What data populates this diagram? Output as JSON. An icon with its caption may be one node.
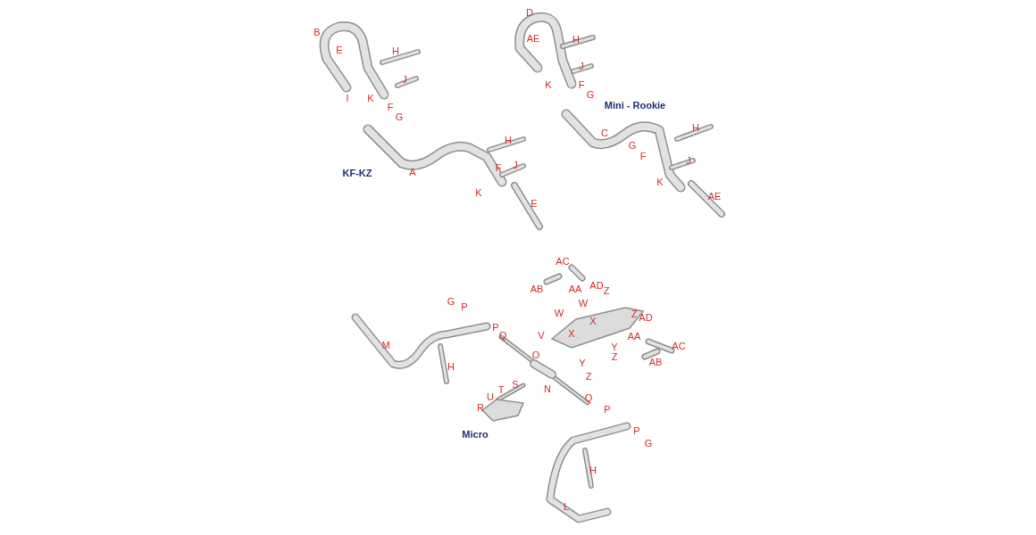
{
  "diagram": {
    "labels": [
      "B",
      "E",
      "H",
      "J",
      "I",
      "K",
      "F",
      "G",
      "D",
      "AE",
      "H",
      "J",
      "K",
      "F",
      "G",
      "Mini - Rookie",
      "H",
      "KF-KZ",
      "A",
      "F",
      "J",
      "K",
      "E",
      "C",
      "H",
      "G",
      "F",
      "J",
      "K",
      "AE",
      "AC",
      "AB",
      "AA",
      "AD",
      "Z",
      "G",
      "P",
      "W",
      "W",
      "Z",
      "AD",
      "P",
      "Q",
      "V",
      "X",
      "X",
      "Y",
      "AA",
      "AC",
      "Z",
      "AB",
      "M",
      "H",
      "O",
      "Y",
      "Z",
      "S",
      "T",
      "U",
      "N",
      "R",
      "Q",
      "P",
      "Micro",
      "P",
      "G",
      "H",
      "L"
    ]
  }
}
